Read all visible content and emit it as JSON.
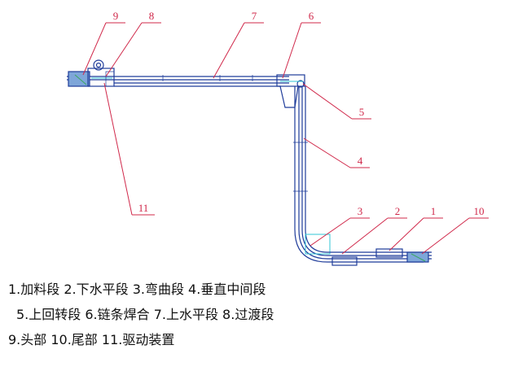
{
  "callouts": [
    "9",
    "8",
    "7",
    "6",
    "5",
    "4",
    "11",
    "3",
    "2",
    "1",
    "10"
  ],
  "legend": {
    "line1": "1.加料段 2.下水平段 3.弯曲段 4.垂直中间段",
    "line2": "5.上回转段 6.链条焊合 7.上水平段 8.过渡段",
    "line3": "9.头部 10.尾部 11.驱动装置"
  },
  "colors": {
    "callout": "#d0284a",
    "machine": "#1f3c9a",
    "fill": "#7ea6d9"
  }
}
